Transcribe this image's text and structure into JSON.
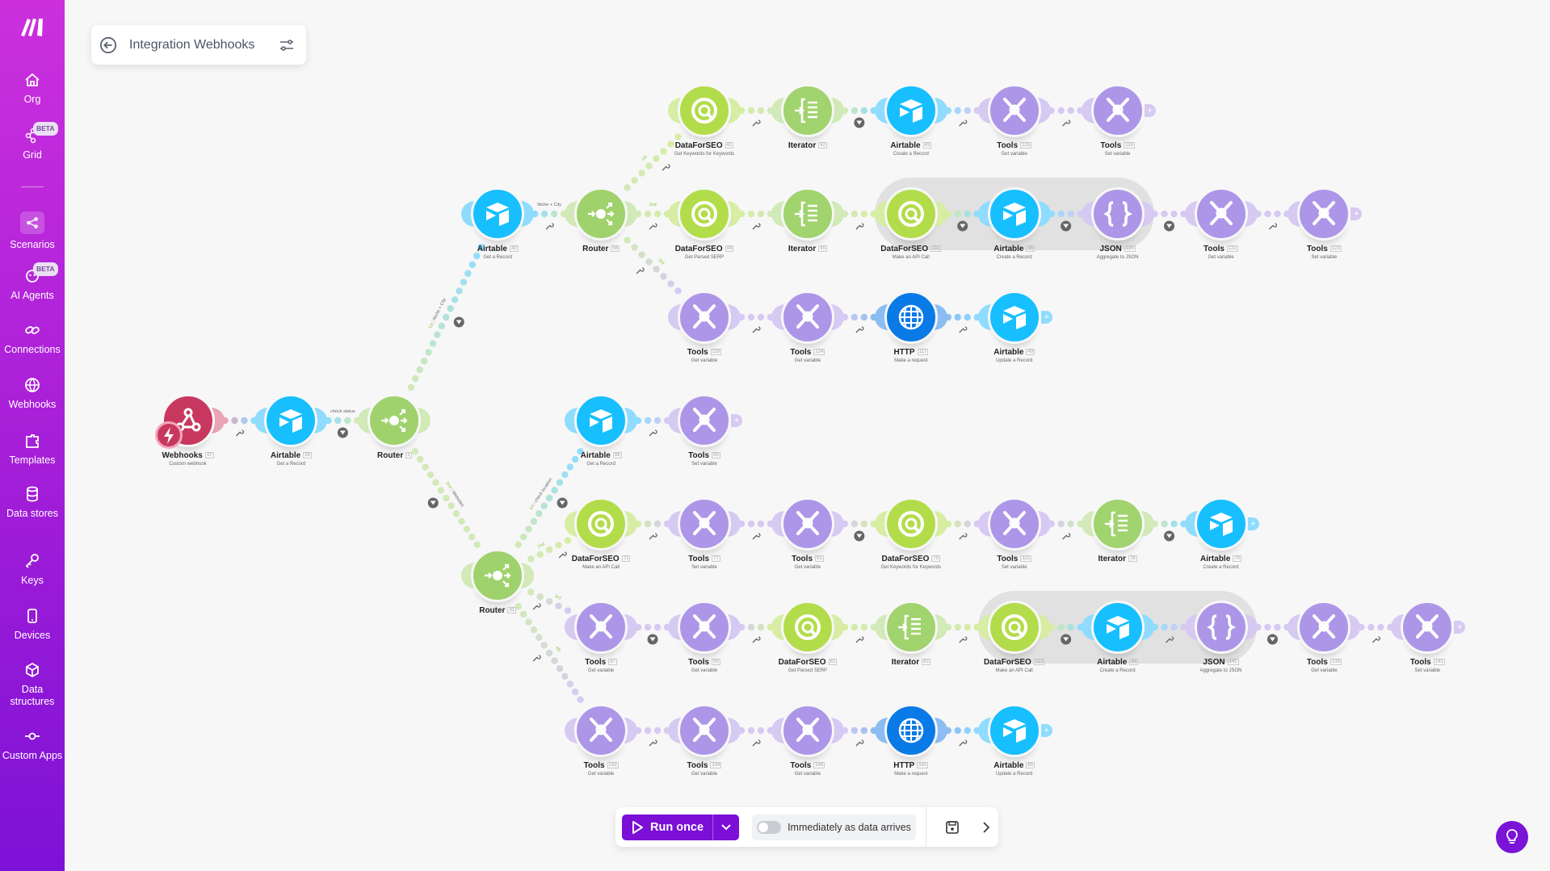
{
  "sidebar": {
    "items": [
      {
        "label": "Org",
        "icon": "home-icon"
      },
      {
        "label": "Grid",
        "icon": "grid-icon",
        "badge": "BETA"
      },
      {
        "label": "Scenarios",
        "icon": "scenarios-icon",
        "active": true
      },
      {
        "label": "AI Agents",
        "icon": "ai-agents-icon",
        "badge": "BETA"
      },
      {
        "label": "Connections",
        "icon": "connections-icon"
      },
      {
        "label": "Webhooks",
        "icon": "webhooks-icon"
      },
      {
        "label": "Templates",
        "icon": "templates-icon"
      },
      {
        "label": "Data stores",
        "icon": "data-stores-icon"
      },
      {
        "label": "Keys",
        "icon": "keys-icon"
      },
      {
        "label": "Devices",
        "icon": "devices-icon"
      },
      {
        "label": "Data structures",
        "icon": "data-structures-icon"
      },
      {
        "label": "Custom Apps",
        "icon": "custom-apps-icon"
      }
    ]
  },
  "header": {
    "title": "Integration Webhooks"
  },
  "colors": {
    "webhooks": "#c8385e",
    "airtable": "#18bfff",
    "router": "#9fd26c",
    "dataforseo": "#b3dc4a",
    "iterator": "#a1d36e",
    "tools": "#ad96e8",
    "json": "#ad96e8",
    "http": "#0a7ae6",
    "accent": "#7b0fd6"
  },
  "modules": [
    {
      "id": "37",
      "app": "Webhooks",
      "action": "Custom webhook",
      "type": "webhooks"
    },
    {
      "id": "39",
      "app": "Airtable",
      "action": "Get a Record",
      "type": "airtable"
    },
    {
      "id": "3",
      "app": "Router",
      "action": "",
      "type": "router"
    },
    {
      "id": "40",
      "app": "Airtable",
      "action": "Get a Record",
      "type": "airtable"
    },
    {
      "id": "56",
      "app": "Router",
      "action": "",
      "type": "router"
    },
    {
      "id": "41",
      "app": "DataForSEO",
      "action": "Get Keywords for Keywords",
      "type": "dataforseo"
    },
    {
      "id": "42",
      "app": "Iterator",
      "action": "",
      "type": "iterator"
    },
    {
      "id": "43",
      "app": "Airtable",
      "action": "Create a Record",
      "type": "airtable"
    },
    {
      "id": "125",
      "app": "Tools",
      "action": "Get variable",
      "type": "tools"
    },
    {
      "id": "116",
      "app": "Tools",
      "action": "Set variable",
      "type": "tools"
    },
    {
      "id": "44",
      "app": "DataForSEO",
      "action": "Get Parsed SERP",
      "type": "dataforseo"
    },
    {
      "id": "45",
      "app": "Iterator",
      "action": "",
      "type": "iterator"
    },
    {
      "id": "111",
      "app": "DataForSEO",
      "action": "Make an API Call",
      "type": "dataforseo"
    },
    {
      "id": "46",
      "app": "Airtable",
      "action": "Create a Record",
      "type": "airtable"
    },
    {
      "id": "134",
      "app": "JSON",
      "action": "Aggregate to JSON",
      "type": "json"
    },
    {
      "id": "122",
      "app": "Tools",
      "action": "Get variable",
      "type": "tools"
    },
    {
      "id": "123",
      "app": "Tools",
      "action": "Set variable",
      "type": "tools"
    },
    {
      "id": "118",
      "app": "Tools",
      "action": "Get variable",
      "type": "tools"
    },
    {
      "id": "124",
      "app": "Tools",
      "action": "Get variable",
      "type": "tools"
    },
    {
      "id": "117",
      "app": "HTTP",
      "action": "Make a request",
      "type": "http"
    },
    {
      "id": "49",
      "app": "Airtable",
      "action": "Update a Record",
      "type": "airtable"
    },
    {
      "id": "88",
      "app": "Airtable",
      "action": "Get a Record",
      "type": "airtable"
    },
    {
      "id": "89",
      "app": "Tools",
      "action": "Set variable",
      "type": "tools"
    },
    {
      "id": "81",
      "app": "Router",
      "action": "",
      "type": "router"
    },
    {
      "id": "71",
      "app": "DataForSEO",
      "action": "Make an API Call",
      "type": "dataforseo"
    },
    {
      "id": "77",
      "app": "Tools",
      "action": "Set variable",
      "type": "tools"
    },
    {
      "id": "91",
      "app": "Tools",
      "action": "Get variable",
      "type": "tools"
    },
    {
      "id": "75",
      "app": "DataForSEO",
      "action": "Get Keywords for Keywords",
      "type": "dataforseo"
    },
    {
      "id": "115",
      "app": "Tools",
      "action": "Set variable",
      "type": "tools"
    },
    {
      "id": "78",
      "app": "Iterator",
      "action": "",
      "type": "iterator"
    },
    {
      "id": "79",
      "app": "Airtable",
      "action": "Create a Record",
      "type": "airtable"
    },
    {
      "id": "87",
      "app": "Tools",
      "action": "Get variable",
      "type": "tools"
    },
    {
      "id": "90",
      "app": "Tools",
      "action": "Get variable",
      "type": "tools"
    },
    {
      "id": "82",
      "app": "DataForSEO",
      "action": "Get Parsed SERP",
      "type": "dataforseo"
    },
    {
      "id": "83",
      "app": "Iterator",
      "action": "",
      "type": "iterator"
    },
    {
      "id": "112",
      "app": "DataForSEO",
      "action": "Make an API Call",
      "type": "dataforseo"
    },
    {
      "id": "84",
      "app": "Airtable",
      "action": "Create a Record",
      "type": "airtable"
    },
    {
      "id": "142",
      "app": "JSON",
      "action": "Aggregate to JSON",
      "type": "json"
    },
    {
      "id": "138",
      "app": "Tools",
      "action": "Get variable",
      "type": "tools"
    },
    {
      "id": "141",
      "app": "Tools",
      "action": "Set variable",
      "type": "tools"
    },
    {
      "id": "143",
      "app": "Tools",
      "action": "Get variable",
      "type": "tools"
    },
    {
      "id": "144",
      "app": "Tools",
      "action": "Get variable",
      "type": "tools"
    },
    {
      "id": "146",
      "app": "Tools",
      "action": "Get variable",
      "type": "tools"
    },
    {
      "id": "145",
      "app": "HTTP",
      "action": "Make a request",
      "type": "http"
    },
    {
      "id": "85",
      "app": "Airtable",
      "action": "Update a Record",
      "type": "airtable"
    }
  ],
  "links": [
    {
      "from": "37",
      "to": "39",
      "marker": "wrench"
    },
    {
      "from": "39",
      "to": "3",
      "marker": "filter",
      "label": "check status"
    },
    {
      "from": "3",
      "to": "40",
      "marker": "filter",
      "order": "1st",
      "label": "Niche + City"
    },
    {
      "from": "40",
      "to": "56",
      "marker": "wrench",
      "label": "Niche + City"
    },
    {
      "from": "56",
      "to": "41",
      "marker": "wrench",
      "order": "1st"
    },
    {
      "from": "41",
      "to": "42",
      "marker": "wrench"
    },
    {
      "from": "42",
      "to": "43",
      "marker": "filter"
    },
    {
      "from": "43",
      "to": "125",
      "marker": "wrench"
    },
    {
      "from": "125",
      "to": "116",
      "marker": "wrench"
    },
    {
      "from": "56",
      "to": "44",
      "marker": "wrench",
      "order": "2nd"
    },
    {
      "from": "44",
      "to": "45",
      "marker": "wrench"
    },
    {
      "from": "45",
      "to": "111",
      "marker": "wrench"
    },
    {
      "from": "111",
      "to": "46",
      "marker": "filter"
    },
    {
      "from": "46",
      "to": "134",
      "marker": "filter"
    },
    {
      "from": "134",
      "to": "122",
      "marker": "filter"
    },
    {
      "from": "122",
      "to": "123",
      "marker": "wrench"
    },
    {
      "from": "56",
      "to": "118",
      "marker": "wrench",
      "order": "3rd"
    },
    {
      "from": "118",
      "to": "124",
      "marker": "wrench"
    },
    {
      "from": "124",
      "to": "117",
      "marker": "wrench"
    },
    {
      "from": "117",
      "to": "49",
      "marker": "wrench"
    },
    {
      "from": "3",
      "to": "81",
      "marker": "filter",
      "order": "2nd",
      "label": "Websites"
    },
    {
      "from": "81",
      "to": "88",
      "marker": "filter",
      "order": "1st",
      "label": "check location"
    },
    {
      "from": "88",
      "to": "89",
      "marker": "wrench"
    },
    {
      "from": "81",
      "to": "71",
      "marker": "wrench",
      "order": "2nd"
    },
    {
      "from": "71",
      "to": "77",
      "marker": "wrench"
    },
    {
      "from": "77",
      "to": "91",
      "marker": "wrench"
    },
    {
      "from": "91",
      "to": "75",
      "marker": "filter"
    },
    {
      "from": "75",
      "to": "115",
      "marker": "wrench"
    },
    {
      "from": "115",
      "to": "78",
      "marker": "wrench"
    },
    {
      "from": "78",
      "to": "79",
      "marker": "filter"
    },
    {
      "from": "81",
      "to": "87",
      "marker": "wrench",
      "order": "3rd"
    },
    {
      "from": "87",
      "to": "90",
      "marker": "filter"
    },
    {
      "from": "90",
      "to": "82",
      "marker": "wrench"
    },
    {
      "from": "82",
      "to": "83",
      "marker": "wrench"
    },
    {
      "from": "83",
      "to": "112",
      "marker": "wrench"
    },
    {
      "from": "112",
      "to": "84",
      "marker": "filter"
    },
    {
      "from": "84",
      "to": "142",
      "marker": "wrench"
    },
    {
      "from": "142",
      "to": "138",
      "marker": "filter"
    },
    {
      "from": "138",
      "to": "141",
      "marker": "wrench"
    },
    {
      "from": "81",
      "to": "143",
      "marker": "wrench",
      "order": "4th"
    },
    {
      "from": "143",
      "to": "144",
      "marker": "wrench"
    },
    {
      "from": "144",
      "to": "146",
      "marker": "wrench"
    },
    {
      "from": "146",
      "to": "145",
      "marker": "wrench"
    },
    {
      "from": "145",
      "to": "85",
      "marker": "wrench"
    }
  ],
  "toolbar": {
    "run_label": "Run once",
    "schedule_label": "Immediately as data arrives",
    "schedule_on": false
  }
}
